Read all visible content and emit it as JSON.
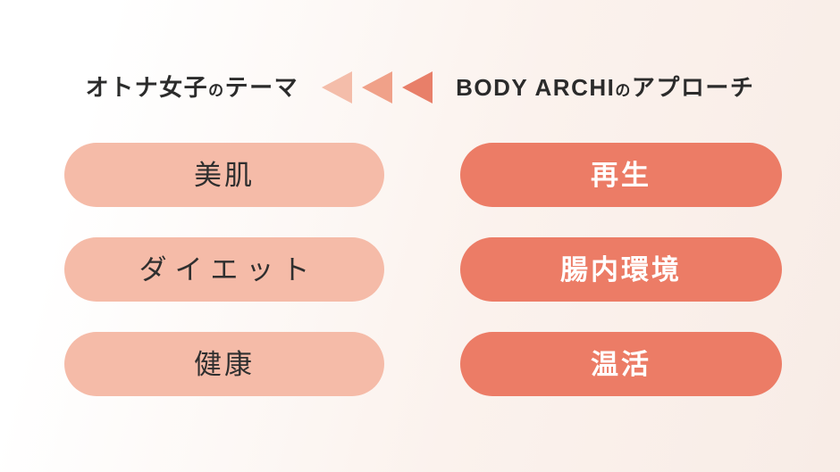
{
  "slide": {
    "background_gradient": [
      "#ffffff",
      "#f8ece6"
    ],
    "header": {
      "left_title": {
        "text": "オトナ女子",
        "particle": "の",
        "suffix": "テーマ"
      },
      "right_title": {
        "text": "BODY ARCHI",
        "particle": "の",
        "suffix": "アプローチ"
      },
      "title_color": "#2b2b2b",
      "arrows": {
        "direction": "left",
        "colors": [
          "#f4bdaa",
          "#f0a189",
          "#e87f69"
        ]
      }
    },
    "themes": {
      "pill_color": "#f5bba8",
      "text_color": "#2f2f2f",
      "items": [
        "美肌",
        "ダイエット",
        "健康"
      ]
    },
    "approaches": {
      "pill_color": "#ec7c66",
      "text_color": "#ffffff",
      "items": [
        "再生",
        "腸内環境",
        "温活"
      ]
    }
  }
}
